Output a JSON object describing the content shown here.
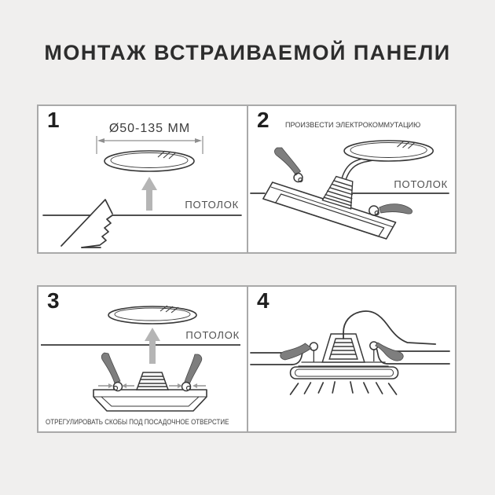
{
  "title": "МОНТАЖ ВСТРАИВАЕМОЙ ПАНЕЛИ",
  "steps": {
    "step1": {
      "number": "1",
      "dimension_label": "Ø50-135 ММ",
      "ceiling_label": "ПОТОЛОК"
    },
    "step2": {
      "number": "2",
      "instruction": "ПРОИЗВЕСТИ ЭЛЕКТРОКОММУТАЦИЮ",
      "ceiling_label": "ПОТОЛОК"
    },
    "step3": {
      "number": "3",
      "ceiling_label": "ПОТОЛОК",
      "caption": "ОТРЕГУЛИРОВАТЬ СКОБЫ ПОД ПОСАДОЧНОЕ ОТВЕРСТИЕ"
    },
    "step4": {
      "number": "4"
    }
  },
  "colors": {
    "background": "#f0efee",
    "panel_background": "#ffffff",
    "panel_border": "#a9a9a9",
    "line_dark": "#383838",
    "arrow_gray": "#b5b5b5",
    "spring_gray": "#7e7e7e",
    "title_text": "#2d2d2d",
    "label_text": "#4f4f4f"
  }
}
